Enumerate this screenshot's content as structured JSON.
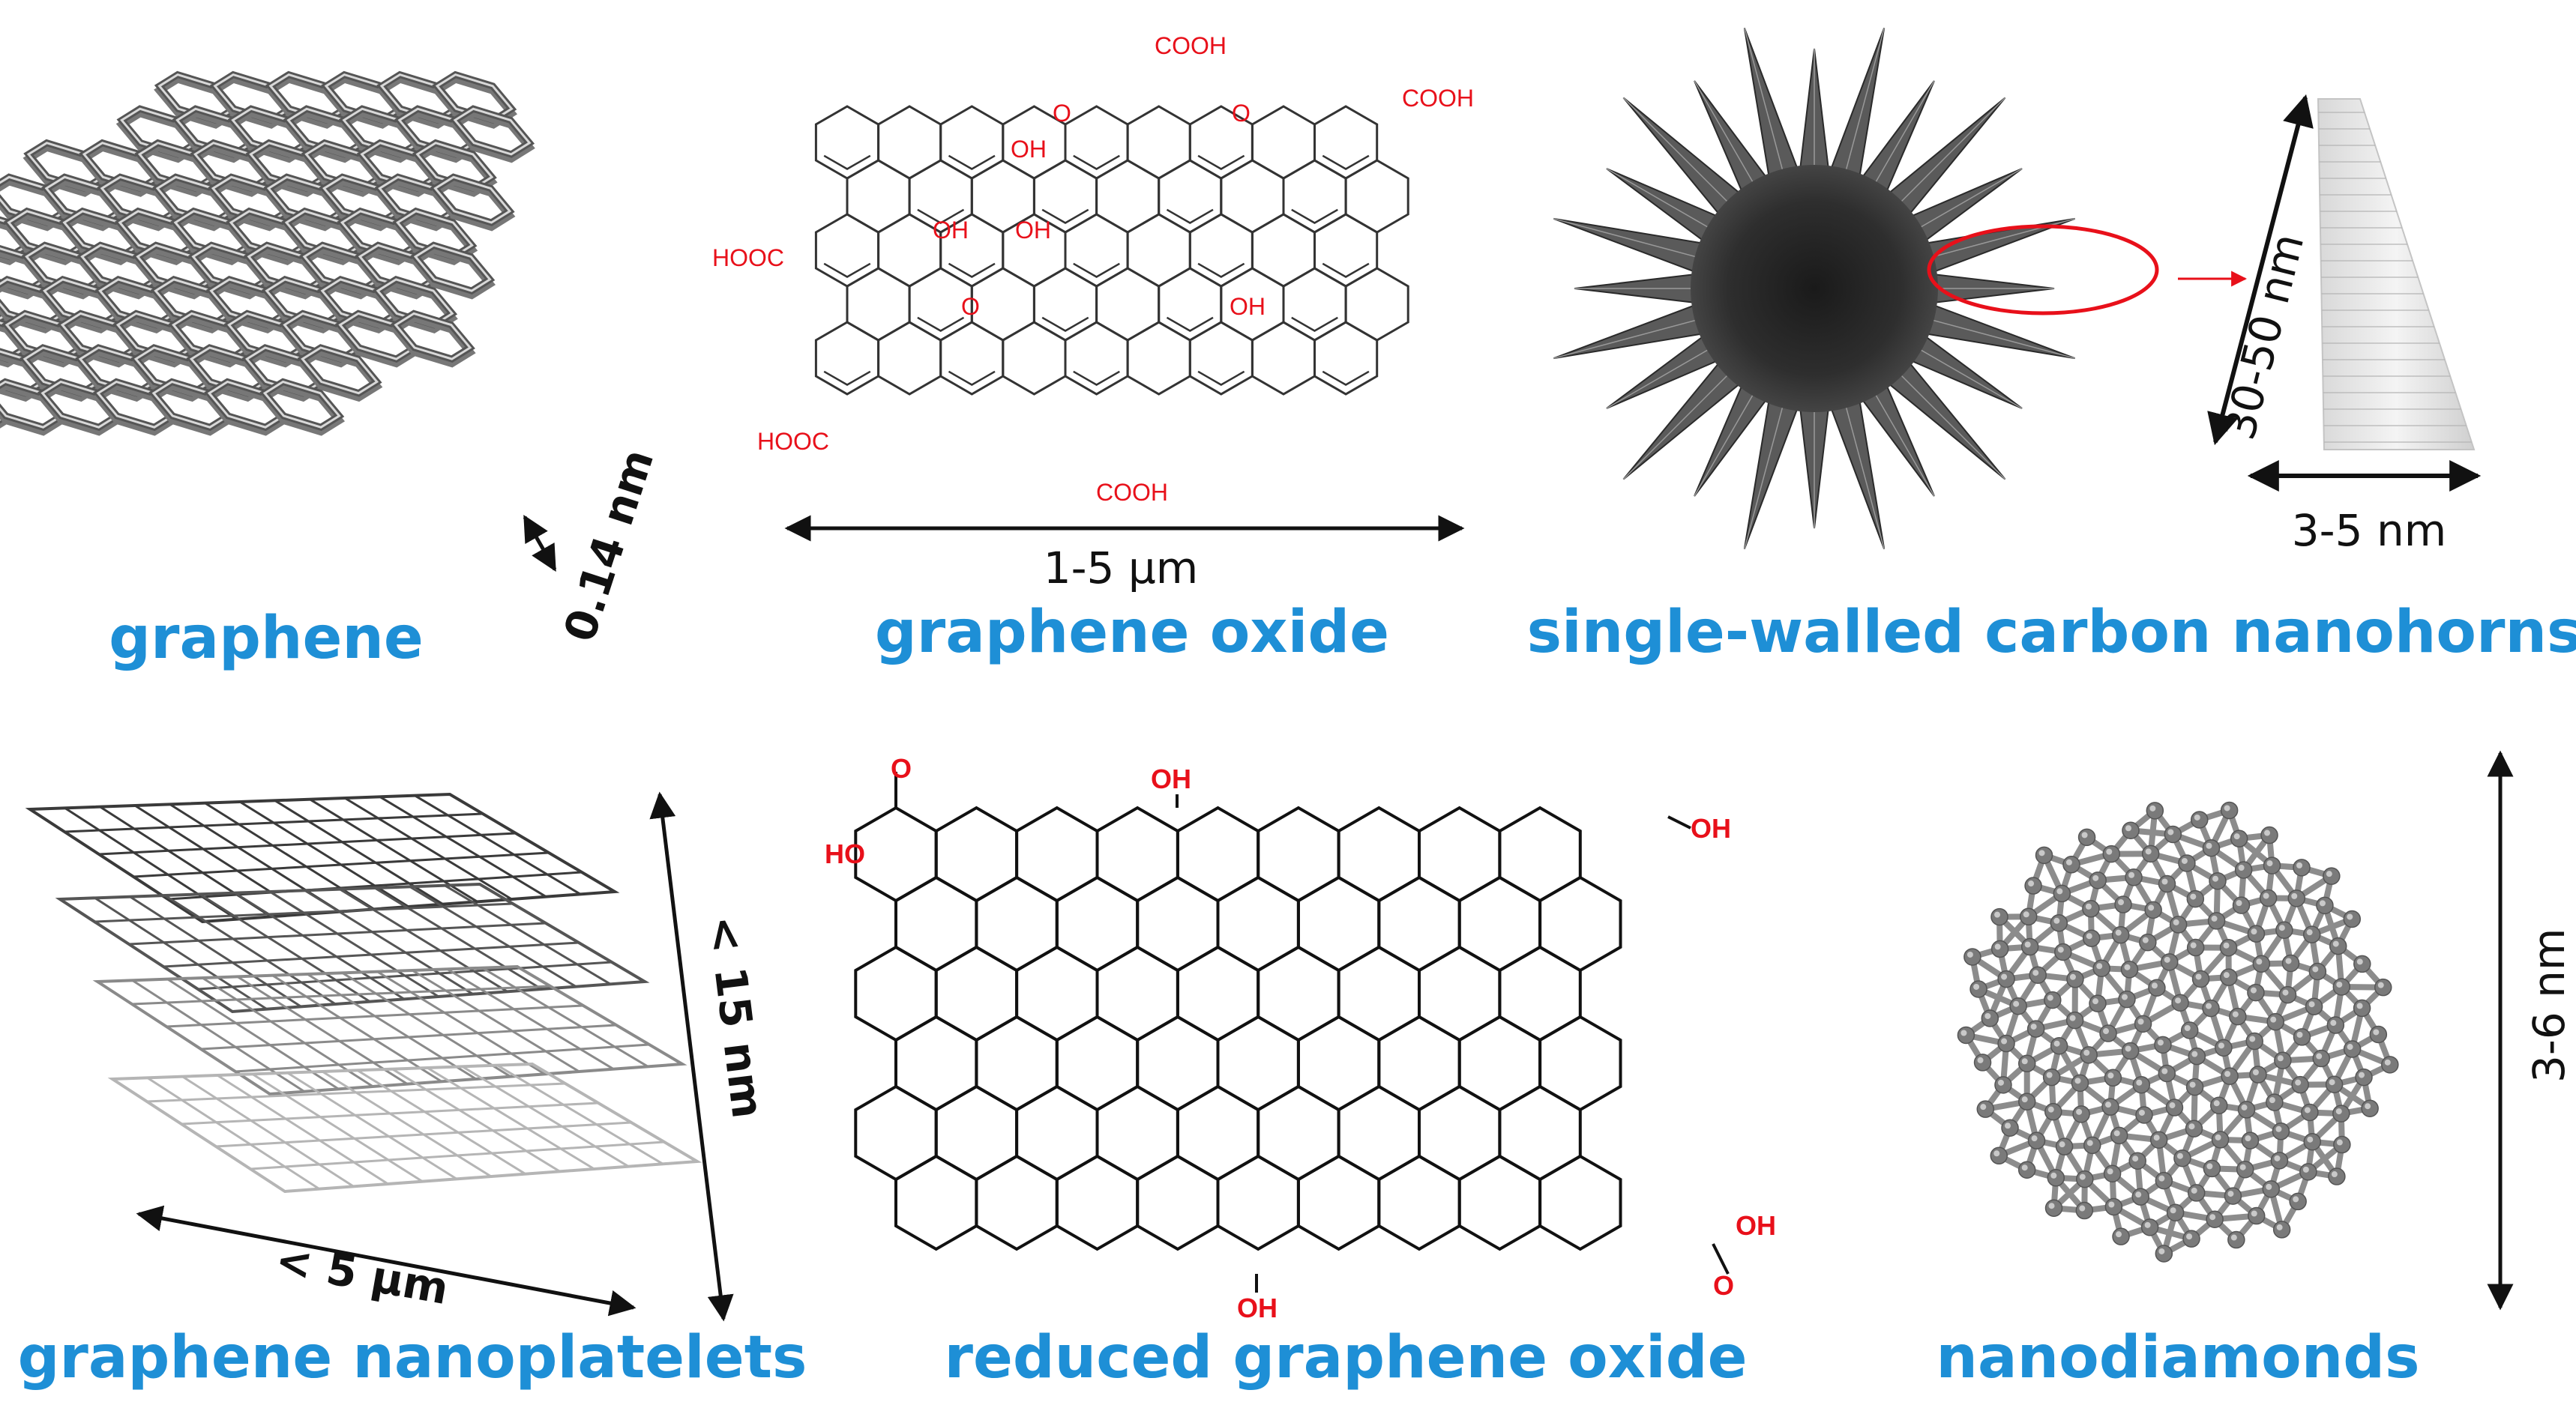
{
  "panels": {
    "graphene": {
      "caption": "graphene",
      "dimension": "0.14 nm"
    },
    "graphene_oxide": {
      "caption": "graphene oxide",
      "dimension": "1-5 μm",
      "groups": {
        "cooh": "COOH",
        "hooc": "HOOC",
        "oh": "OH",
        "o": "O"
      }
    },
    "swcnh": {
      "caption": "single-walled carbon nanohorns",
      "length": "30-50 nm",
      "diameter": "3-5 nm"
    },
    "nanoplatelets": {
      "caption": "graphene nanoplatelets",
      "thickness": "< 15 nm",
      "width": "< 5 μm"
    },
    "rgo": {
      "caption": "reduced graphene oxide",
      "groups": {
        "oh": "OH",
        "ho": "HO"
      }
    },
    "nanodiamonds": {
      "caption": "nanodiamonds",
      "size": "3-6 nm"
    }
  },
  "colors": {
    "caption": "#1e8fd6",
    "functional_group": "#e8101a",
    "structure": "#333333"
  }
}
